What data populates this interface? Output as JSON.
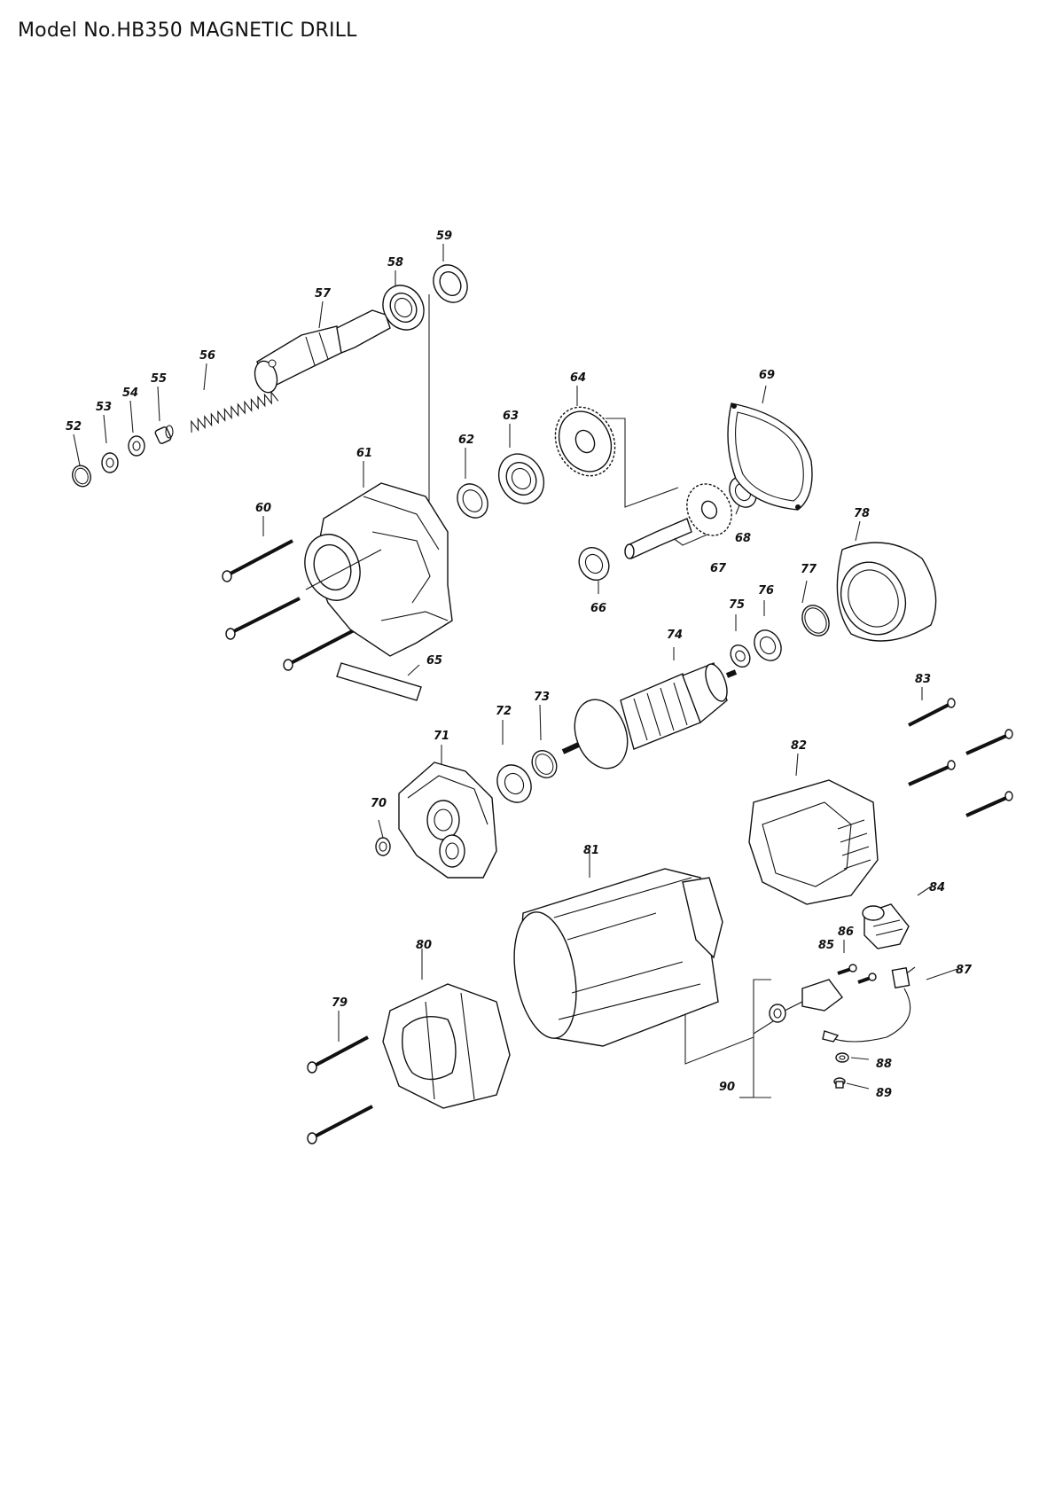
{
  "title": "Model No.HB350 MAGNETIC DRILL",
  "labels": {
    "p52": "52",
    "p53": "53",
    "p54": "54",
    "p55": "55",
    "p56": "56",
    "p57": "57",
    "p58": "58",
    "p59": "59",
    "p60": "60",
    "p61": "61",
    "p62": "62",
    "p63": "63",
    "p64": "64",
    "p65": "65",
    "p66": "66",
    "p67": "67",
    "p68": "68",
    "p69": "69",
    "p70": "70",
    "p71": "71",
    "p72": "72",
    "p73": "73",
    "p74": "74",
    "p75": "75",
    "p76": "76",
    "p77": "77",
    "p78": "78",
    "p79": "79",
    "p80": "80",
    "p81": "81",
    "p82": "82",
    "p83": "83",
    "p84": "84",
    "p85": "85",
    "p86": "86",
    "p87": "87",
    "p88": "88",
    "p89": "89",
    "p90": "90"
  }
}
